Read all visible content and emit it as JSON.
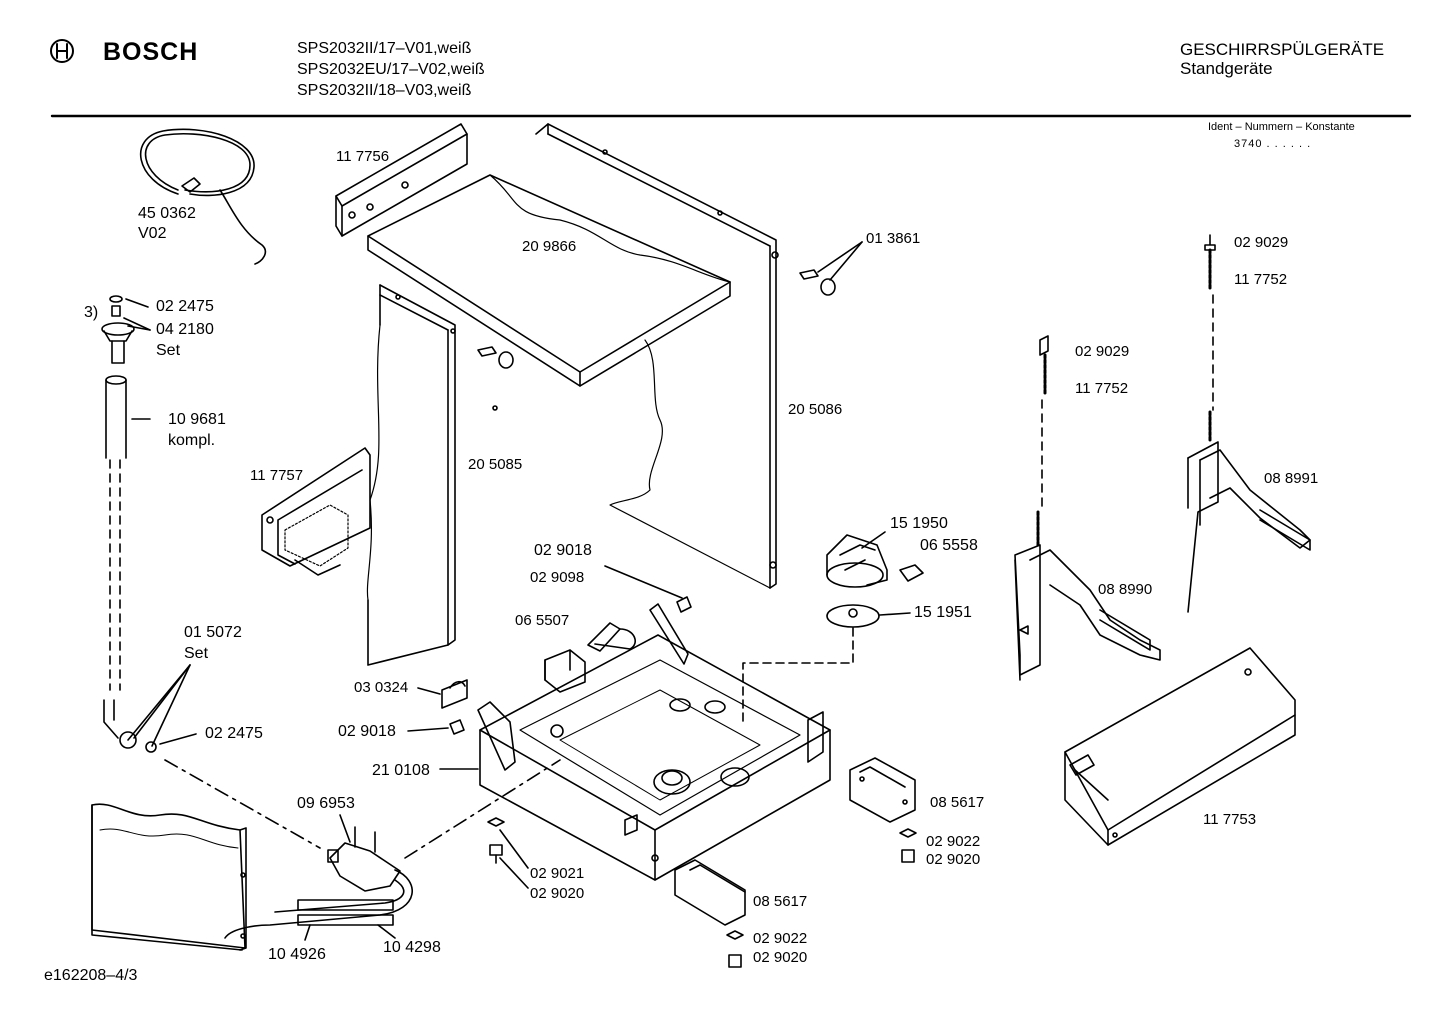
{
  "header": {
    "brand": "BOSCH",
    "logo_icon": "bosch-armature-logo",
    "models": [
      "SPS2032II/17–V01,weiß",
      "SPS2032EU/17–V02,weiß",
      "SPS2032II/18–V03,weiß"
    ],
    "category": "GESCHIRRSPÜLGERÄTE",
    "subcategory": "Standgeräte",
    "ident_label": "Ident – Nummern – Konstante",
    "ident_value": "3740 . . . . . ."
  },
  "labels": {
    "p450362": "45 0362",
    "v02": "V02",
    "note3": "3)",
    "p022475a": "02 2475",
    "p042180": "04 2180",
    "set1": "Set",
    "p109681": "10 9681",
    "kompl": "kompl.",
    "p117756": "11 7756",
    "p209866": "20 9866",
    "p013861": "01 3861",
    "p205086": "20 5086",
    "p205085": "20 5085",
    "p117757": "11 7757",
    "p029029a": "02 9029",
    "p117752a": "11 7752",
    "p029029b": "02 9029",
    "p117752b": "11 7752",
    "p088991": "08 8991",
    "p088990": "08 8990",
    "p151950": "15 1950",
    "p065558": "06 5558",
    "p151951": "15 1951",
    "p029018a": "02 9018",
    "p029098": "02 9098",
    "p065507": "06 5507",
    "p015072": "01 5072",
    "set2": "Set",
    "p030324": "03 0324",
    "p029018b": "02 9018",
    "p022475b": "02 2475",
    "p210108": "21 0108",
    "p096953": "09 6953",
    "p029021": "02 9021",
    "p029020a": "02 9020",
    "p085617a": "08 5617",
    "p029022a": "02 9022",
    "p029020b": "02 9020",
    "p117753": "11 7753",
    "p085617b": "08 5617",
    "p029022b": "02 9022",
    "p029020c": "02 9020",
    "p104926": "10 4926",
    "p104298": "10 4298"
  },
  "footer": {
    "drawing_id": "e162208–4/3"
  }
}
